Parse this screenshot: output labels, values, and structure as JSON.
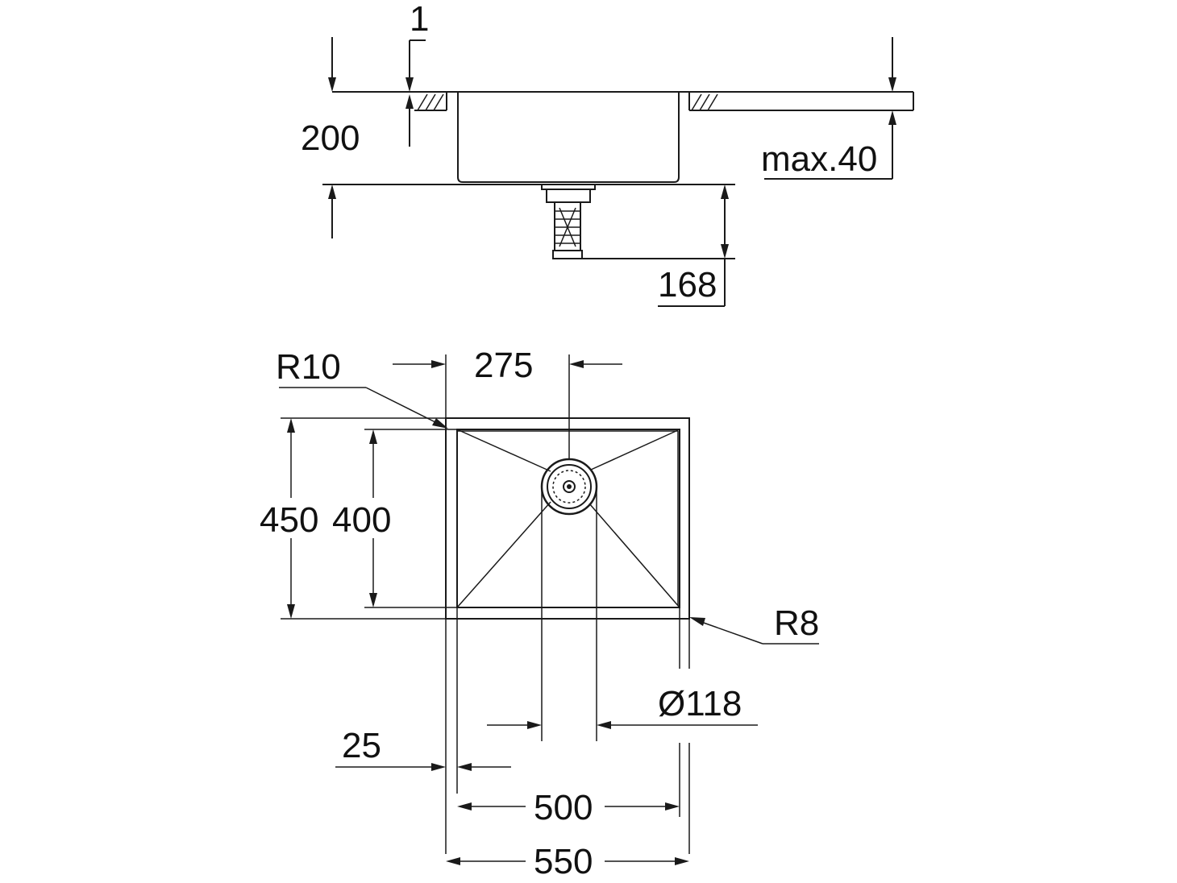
{
  "dimensions": {
    "flange_thickness": "1",
    "bowl_depth": "200",
    "max_countertop": "max.40",
    "drain_height": "168",
    "corner_radius_top": "R10",
    "drain_offset": "275",
    "outer_depth": "450",
    "inner_depth": "400",
    "corner_radius_bottom": "R8",
    "drain_diameter": "Ø118",
    "flange_width": "25",
    "inner_width": "500",
    "outer_width": "550"
  },
  "colors": {
    "line": "#1a1a1a",
    "background": "#ffffff"
  }
}
